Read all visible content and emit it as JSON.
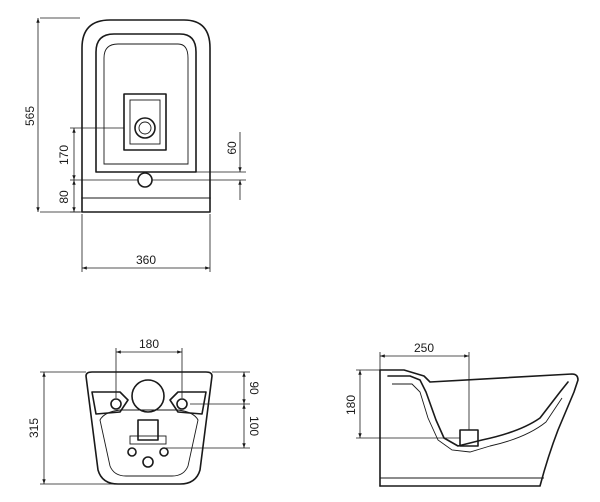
{
  "top_view": {
    "dim_total_depth": "565",
    "dim_hole_to_outlet": "170",
    "dim_rim_front": "80",
    "dim_hole_offset": "60",
    "dim_width": "360"
  },
  "bottom_view": {
    "dim_fixing_spacing": "180",
    "dim_height": "315",
    "dim_upper_offset": "90",
    "dim_lower_offset": "100"
  },
  "side_view": {
    "dim_projection": "250",
    "dim_outlet_height": "180"
  }
}
